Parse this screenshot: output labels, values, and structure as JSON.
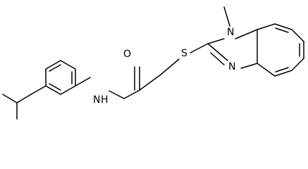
{
  "structure": {
    "atoms": {
      "oxygen": "O",
      "sulfur": "S",
      "amide_nitrogen": "N",
      "amide_hydrogen": "H",
      "methyl_nitrogen": "N",
      "ring_nitrogen": "N"
    },
    "colors": {
      "bond": "#000000",
      "label": "#000000",
      "background": "#ffffff"
    }
  }
}
